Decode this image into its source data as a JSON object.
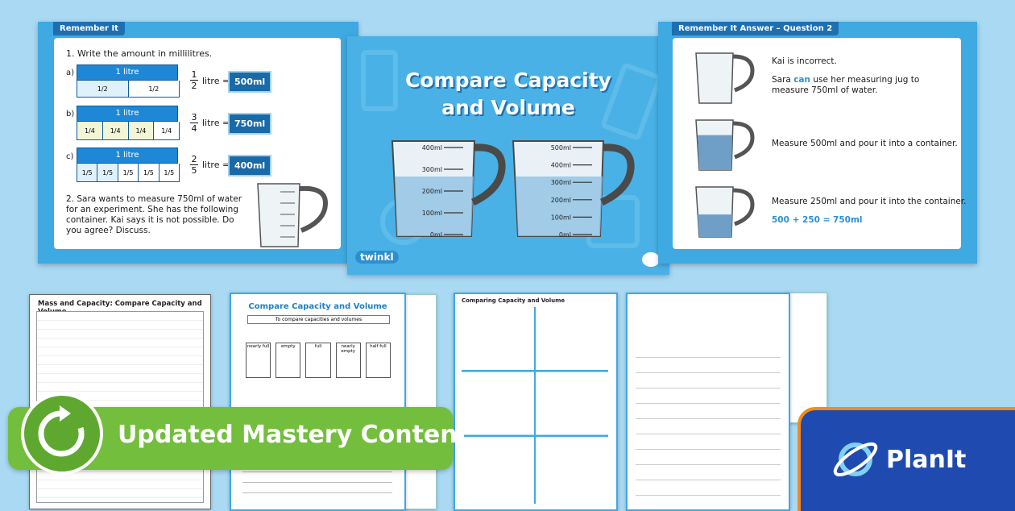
{
  "slide_left": {
    "tag": "Remember It",
    "q1": "1.   Write the amount in millilitres.",
    "rows": [
      {
        "letter": "a)",
        "bar": "1 litre",
        "cells": [
          "1/2",
          "1/2"
        ],
        "frac_num": "1",
        "frac_den": "2",
        "suffix": "litre =",
        "answer": "500ml"
      },
      {
        "letter": "b)",
        "bar": "1 litre",
        "cells": [
          "1/4",
          "1/4",
          "1/4",
          "1/4"
        ],
        "frac_num": "3",
        "frac_den": "4",
        "suffix": "litre =",
        "answer": "750ml"
      },
      {
        "letter": "c)",
        "bar": "1 litre",
        "cells": [
          "1/5",
          "1/5",
          "1/5",
          "1/5",
          "1/5"
        ],
        "frac_num": "2",
        "frac_den": "5",
        "suffix": "litre =",
        "answer": "400ml"
      }
    ],
    "q2": "2.   Sara wants to measure 750ml of water for an experiment. She has the following container. Kai says it is not possible. Do you agree? Discuss."
  },
  "slide_center": {
    "title_line1": "Compare Capacity",
    "title_line2": "and Volume",
    "jug1_marks": [
      "400ml",
      "300ml",
      "200ml",
      "100ml",
      "0ml"
    ],
    "jug2_marks": [
      "500ml",
      "400ml",
      "300ml",
      "200ml",
      "100ml",
      "0ml"
    ],
    "brand": "twinkl"
  },
  "slide_right": {
    "tag": "Remember It Answer –  Question 2",
    "line1": "Kai is incorrect.",
    "line2_a": "Sara ",
    "line2_b": "can",
    "line2_c": " use her measuring jug to measure 750ml of water.",
    "line3": "Measure 500ml and pour it into a container.",
    "line4": "Measure 250ml and pour it into the container.",
    "line5": "500 + 250 = 750ml"
  },
  "sheets": {
    "plan_title": "Mass and Capacity: Compare Capacity and Volume",
    "ws1_title": "Compare Capacity and Volume",
    "ws1_sub": "To compare capacities and volumes",
    "ws1_labels": [
      "nearly full",
      "empty",
      "full",
      "nearly empty",
      "half full"
    ],
    "ws2_title": "Comparing Capacity and Volume"
  },
  "badge": {
    "label": "Updated Mastery Content"
  },
  "brand_badge": {
    "label": "PlanIt"
  },
  "colors": {
    "accent": "#3fa9e2",
    "green": "#73be3d",
    "navy": "#1f4bb0",
    "orange": "#f48a1c"
  }
}
